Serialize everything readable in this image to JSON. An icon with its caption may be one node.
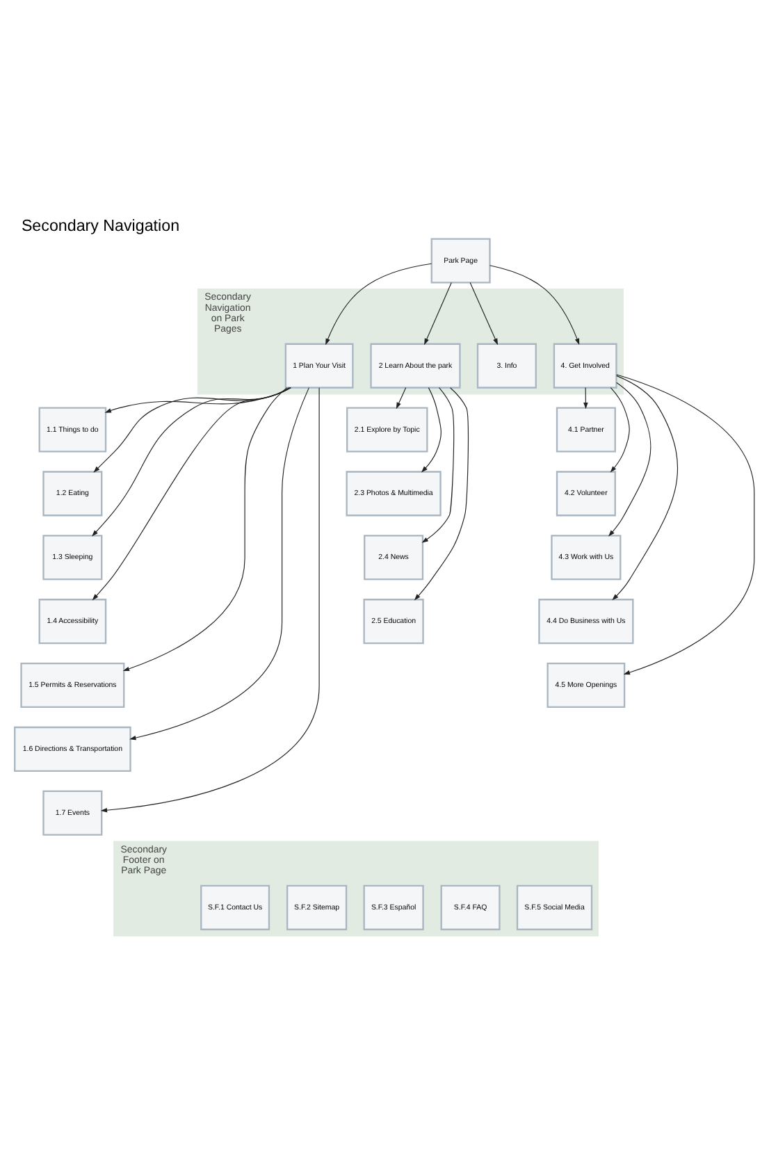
{
  "diagram": {
    "title": "Secondary Navigation",
    "nodes": [
      {
        "text": [
          "Park Page"
        ]
      },
      {
        "text": [
          "Secondary Navigation on Park Pages"
        ]
      },
      {
        "text": [
          "1 Plan Your Visit"
        ],
        "in": 1
      },
      {
        "text": [
          "2 Learn About the park"
        ],
        "in": 1
      },
      {
        "text": [
          "3. Info"
        ],
        "in": 1
      },
      {
        "text": [
          "4. Get Involved"
        ],
        "in": 1
      },
      {
        "text": [
          "1.1 Things to do"
        ]
      },
      {
        "text": [
          "1.2 Eating"
        ]
      },
      {
        "text": [
          "1.3 Sleeping"
        ]
      },
      {
        "text": [
          "1.4 Accessibility"
        ]
      },
      {
        "text": [
          "1.5 Permits & Reservations"
        ]
      },
      {
        "text": [
          "1.6 Directions & Transportation"
        ]
      },
      {
        "text": [
          "1.7 Events"
        ]
      },
      {
        "text": [
          "2.1 Explore by Topic"
        ]
      },
      {
        "text": [
          "2.3 Photos & Multimedia"
        ]
      },
      {
        "text": [
          "2.4 News"
        ]
      },
      {
        "text": [
          "2.5 Education"
        ]
      },
      {
        "text": [
          "4.1 Partner"
        ]
      },
      {
        "text": [
          "4.2 Volunteer"
        ]
      },
      {
        "text": [
          "4.3 Work with Us"
        ]
      },
      {
        "text": [
          "4.4 Do Business with Us"
        ]
      },
      {
        "text": [
          "4.5 More Openings"
        ]
      },
      {
        "text": [
          "Secondary Footer on Park Page"
        ]
      },
      {
        "text": [
          "S.F.1 Contact Us"
        ],
        "in": 22
      },
      {
        "text": [
          "S.F.2 Sitemap"
        ],
        "in": 22
      },
      {
        "text": [
          "S.F.3 Español"
        ],
        "in": 22
      },
      {
        "text": [
          "S.F.4 FAQ"
        ],
        "in": 22
      },
      {
        "text": [
          "S.F.5 Social Media"
        ],
        "in": 22
      }
    ],
    "edges": [
      {
        "from": 0,
        "to": 2,
        "arrow": "to"
      },
      {
        "from": 0,
        "to": 3,
        "arrow": "to"
      },
      {
        "from": 0,
        "to": 4,
        "arrow": "to"
      },
      {
        "from": 0,
        "to": 5,
        "arrow": "to"
      },
      {
        "from": 2,
        "to": 6,
        "arrow": "to"
      },
      {
        "from": 2,
        "to": 7,
        "arrow": "to"
      },
      {
        "from": 2,
        "to": 8,
        "arrow": "to"
      },
      {
        "from": 2,
        "to": 9,
        "arrow": "to"
      },
      {
        "from": 2,
        "to": 10,
        "arrow": "to"
      },
      {
        "from": 2,
        "to": 11,
        "arrow": "to"
      },
      {
        "from": 2,
        "to": 12,
        "arrow": "to"
      },
      {
        "from": 3,
        "to": 13,
        "arrow": "to"
      },
      {
        "from": 3,
        "to": 14,
        "arrow": "to"
      },
      {
        "from": 3,
        "to": 15,
        "arrow": "to"
      },
      {
        "from": 3,
        "to": 16,
        "arrow": "to"
      },
      {
        "from": 5,
        "to": 17,
        "arrow": "to"
      },
      {
        "from": 5,
        "to": 18,
        "arrow": "to"
      },
      {
        "from": 5,
        "to": 19,
        "arrow": "to"
      },
      {
        "from": 5,
        "to": 20,
        "arrow": "to"
      },
      {
        "from": 5,
        "to": 21,
        "arrow": "to"
      }
    ]
  }
}
